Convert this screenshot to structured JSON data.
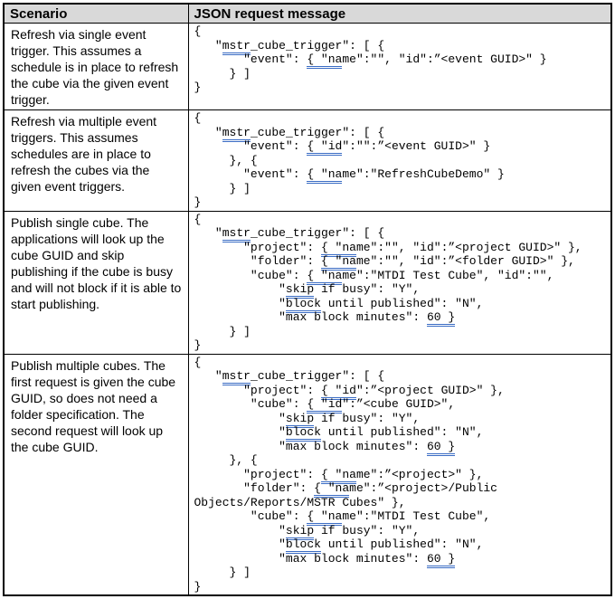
{
  "document": {
    "type": "table-screenshot",
    "colors": {
      "grammar_underline": "#3a6cc4",
      "header_bg": "#d9d9d9",
      "border": "#000000",
      "text": "#000000"
    }
  },
  "table": {
    "headers": [
      {
        "label": "Scenario"
      },
      {
        "label": "JSON request message"
      }
    ],
    "rows": [
      {
        "scenario": "Refresh via single event trigger. This assumes a schedule is in place to refresh the cube via the given event trigger.",
        "code_lines": [
          [
            [
              "{",
              0
            ]
          ],
          [
            [
              "   \"",
              0
            ],
            [
              "mstr",
              1
            ],
            [
              "_cube_trigger\": [ {",
              0
            ]
          ],
          [
            [
              "       \"event\": ",
              0
            ],
            [
              "{ \"na",
              1
            ],
            [
              "me\":\"\", \"id\":”<event GUID>\" }",
              0
            ]
          ],
          [
            [
              "     } ]",
              0
            ]
          ],
          [
            [
              "}",
              0
            ]
          ]
        ]
      },
      {
        "scenario": "Refresh via multiple event triggers. This assumes schedules are in place to refresh the cubes via the given event triggers.",
        "code_lines": [
          [
            [
              "{",
              0
            ]
          ],
          [
            [
              "   \"",
              0
            ],
            [
              "mstr",
              1
            ],
            [
              "_cube_trigger\": [ {",
              0
            ]
          ],
          [
            [
              "       \"event\": ",
              0
            ],
            [
              "{ \"id",
              1
            ],
            [
              "\":\"\":”<event GUID>\" }",
              0
            ]
          ],
          [
            [
              "     }, {",
              0
            ]
          ],
          [
            [
              "       \"event\": ",
              0
            ],
            [
              "{ \"na",
              1
            ],
            [
              "me\":\"RefreshCubeDemo\" }",
              0
            ]
          ],
          [
            [
              "     } ]",
              0
            ]
          ],
          [
            [
              "}",
              0
            ]
          ]
        ]
      },
      {
        "scenario": "Publish single cube. The applications will look up the cube GUID and skip publishing if the cube is busy and will not block if it is able to start publishing.",
        "code_lines": [
          [
            [
              "{",
              0
            ]
          ],
          [
            [
              "   \"",
              0
            ],
            [
              "mstr",
              1
            ],
            [
              "_cube_trigger\": [ {",
              0
            ]
          ],
          [
            [
              "       \"project\": ",
              0
            ],
            [
              "{ \"na",
              1
            ],
            [
              "me\":\"\", \"id\":”<project GUID>\" },",
              0
            ]
          ],
          [
            [
              "        \"folder\": ",
              0
            ],
            [
              "{ \"na",
              1
            ],
            [
              "me\":\"\", \"id\":”<folder GUID>\" },",
              0
            ]
          ],
          [
            [
              "        \"cube\": ",
              0
            ],
            [
              "{ \"na",
              1
            ],
            [
              "me\":\"MTDI Test Cube\", \"id\":\"\",",
              0
            ]
          ],
          [
            [
              "            \"",
              0
            ],
            [
              "skip",
              1
            ],
            [
              " if busy\": \"Y\",",
              0
            ]
          ],
          [
            [
              "            \"",
              0
            ],
            [
              "block",
              1
            ],
            [
              " until published\": \"N\",",
              0
            ]
          ],
          [
            [
              "            \"max block minutes\": ",
              0
            ],
            [
              "60 }",
              1
            ]
          ],
          [
            [
              "     } ]",
              0
            ]
          ],
          [
            [
              "}",
              0
            ]
          ]
        ]
      },
      {
        "scenario": "Publish multiple cubes. The first request is given the cube GUID, so does not need a folder specification. The second request will look up the cube GUID.",
        "code_lines": [
          [
            [
              "{",
              0
            ]
          ],
          [
            [
              "   \"",
              0
            ],
            [
              "mstr",
              1
            ],
            [
              "_cube_trigger\": [ {",
              0
            ]
          ],
          [
            [
              "       \"project\": ",
              0
            ],
            [
              "{ \"id",
              1
            ],
            [
              "\":”<project GUID>\" },",
              0
            ]
          ],
          [
            [
              "        \"cube\": ",
              0
            ],
            [
              "{ \"id",
              1
            ],
            [
              "\":”<cube GUID>\",",
              0
            ]
          ],
          [
            [
              "            \"",
              0
            ],
            [
              "skip",
              1
            ],
            [
              " if busy\": \"Y\",",
              0
            ]
          ],
          [
            [
              "            \"",
              0
            ],
            [
              "block",
              1
            ],
            [
              " until published\": \"N\",",
              0
            ]
          ],
          [
            [
              "            \"max block minutes\": ",
              0
            ],
            [
              "60 }",
              1
            ]
          ],
          [
            [
              "     }, {",
              0
            ]
          ],
          [
            [
              "       \"project\": ",
              0
            ],
            [
              "{ \"na",
              1
            ],
            [
              "me\":”<project>\" },",
              0
            ]
          ],
          [
            [
              "       \"folder\": ",
              0
            ],
            [
              "{ \"na",
              1
            ],
            [
              "me\":”<project>/Public",
              0
            ]
          ],
          [
            [
              "Objects/Reports/MSTR Cubes\" },",
              0
            ]
          ],
          [
            [
              "        \"cube\": ",
              0
            ],
            [
              "{ \"na",
              1
            ],
            [
              "me\":\"MTDI Test Cube\",",
              0
            ]
          ],
          [
            [
              "            \"",
              0
            ],
            [
              "skip",
              1
            ],
            [
              " if busy\": \"Y\",",
              0
            ]
          ],
          [
            [
              "            \"",
              0
            ],
            [
              "block",
              1
            ],
            [
              " until published\": \"N\",",
              0
            ]
          ],
          [
            [
              "            \"max block minutes\": ",
              0
            ],
            [
              "60 }",
              1
            ]
          ],
          [
            [
              "     } ]",
              0
            ]
          ],
          [
            [
              "}",
              0
            ]
          ]
        ]
      }
    ]
  }
}
